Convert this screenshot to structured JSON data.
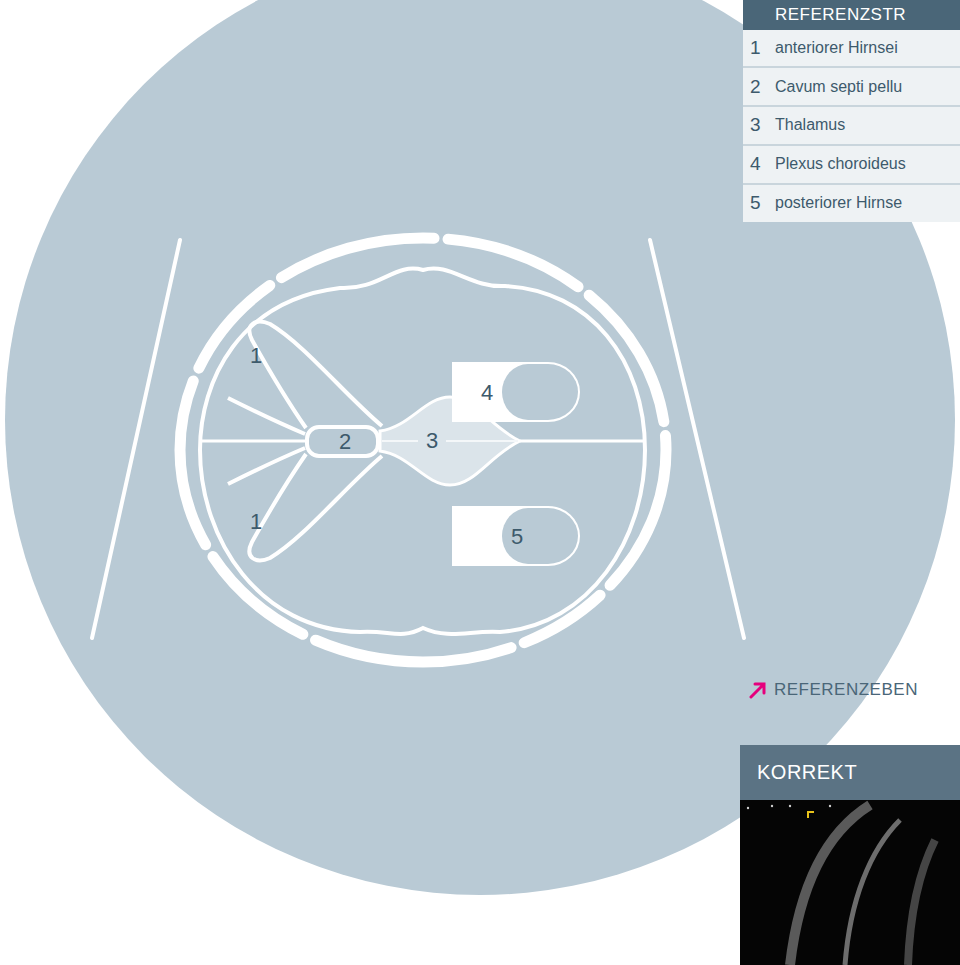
{
  "diagram": {
    "nodes": [
      {
        "text": [
          "2"
        ]
      },
      {
        "text": [
          "3"
        ]
      },
      {
        "text": [
          "4"
        ]
      },
      {
        "text": [
          "5"
        ]
      },
      {
        "text": [
          "REFERENZSTR"
        ]
      },
      {
        "text": [
          "KORREKT"
        ]
      }
    ],
    "labels": [
      "1",
      "1",
      "1",
      "anteriorer Hirnsei",
      "2",
      "Cavum septi pellu",
      "3",
      "Thalamus",
      "4",
      "Plexus choroideus",
      "5",
      "posteriorer Hirnse",
      "REFERENZEBEN"
    ]
  }
}
